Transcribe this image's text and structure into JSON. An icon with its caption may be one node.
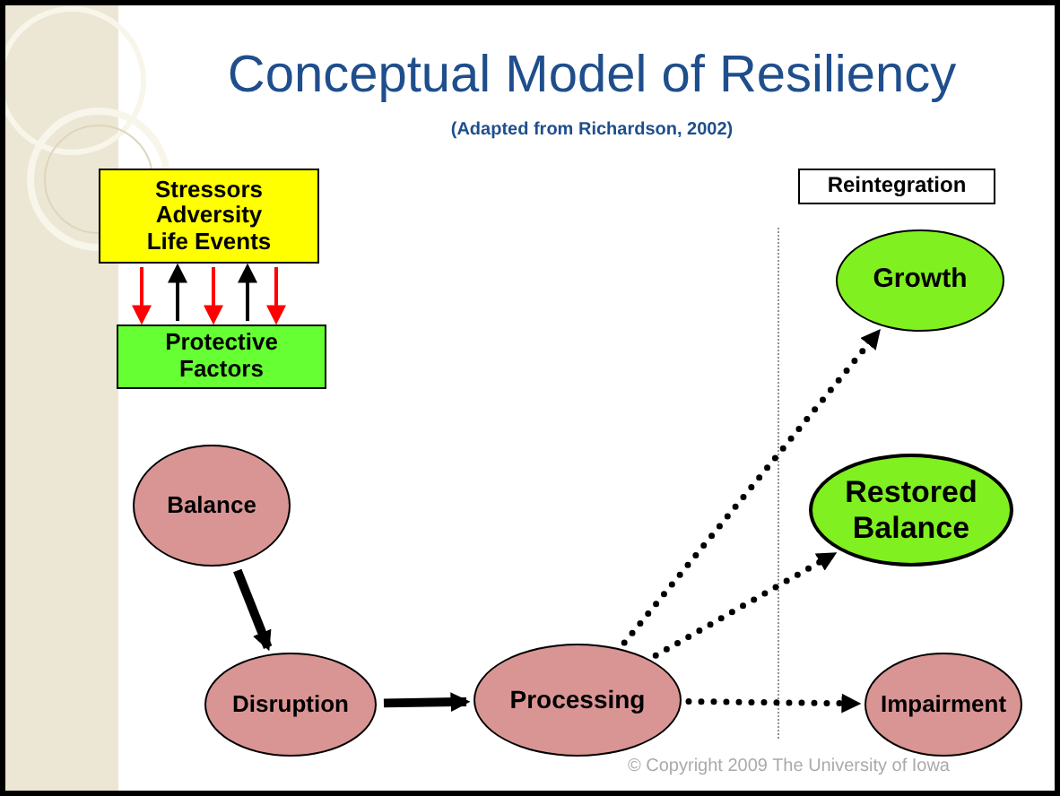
{
  "diagram": {
    "title": "Conceptual Model of Resiliency",
    "nodes": [
      {
        "text": [
          "Stressors",
          "Adversity",
          "Life Events"
        ]
      },
      {
        "text": [
          "Protective Factors"
        ]
      },
      {
        "text": [
          "Reintegration"
        ]
      },
      {
        "text": [
          "Growth"
        ]
      },
      {
        "text": [
          "Balance"
        ]
      },
      {
        "text": [
          "Restored Balance"
        ]
      },
      {
        "text": [
          "Disruption"
        ]
      },
      {
        "text": [
          "Processing"
        ]
      },
      {
        "text": [
          "Impairment"
        ]
      }
    ],
    "edges": [
      {
        "from": 0,
        "to": 1,
        "arrow": "to",
        "color": "#ff0000"
      },
      {
        "from": 1,
        "to": 0,
        "arrow": "to"
      },
      {
        "from": 0,
        "to": 1,
        "arrow": "to",
        "color": "#ff0000"
      },
      {
        "from": 1,
        "to": 0,
        "arrow": "to"
      },
      {
        "from": 0,
        "to": 1,
        "arrow": "to",
        "color": "#ff0000"
      },
      {
        "from": 4,
        "to": 6,
        "arrow": "to",
        "style": "thick"
      },
      {
        "from": 6,
        "to": 7,
        "arrow": "to",
        "style": "thick"
      },
      {
        "from": 7,
        "to": 3,
        "arrow": "to",
        "style": "dashed"
      },
      {
        "from": 7,
        "to": 5,
        "arrow": "to",
        "style": "dashed"
      },
      {
        "from": 7,
        "to": 8,
        "arrow": "to",
        "style": "dashed"
      }
    ],
    "labels": [
      "(Adapted from Richardson, 2002)",
      "© Copyright 2009 The University of Iowa"
    ]
  }
}
